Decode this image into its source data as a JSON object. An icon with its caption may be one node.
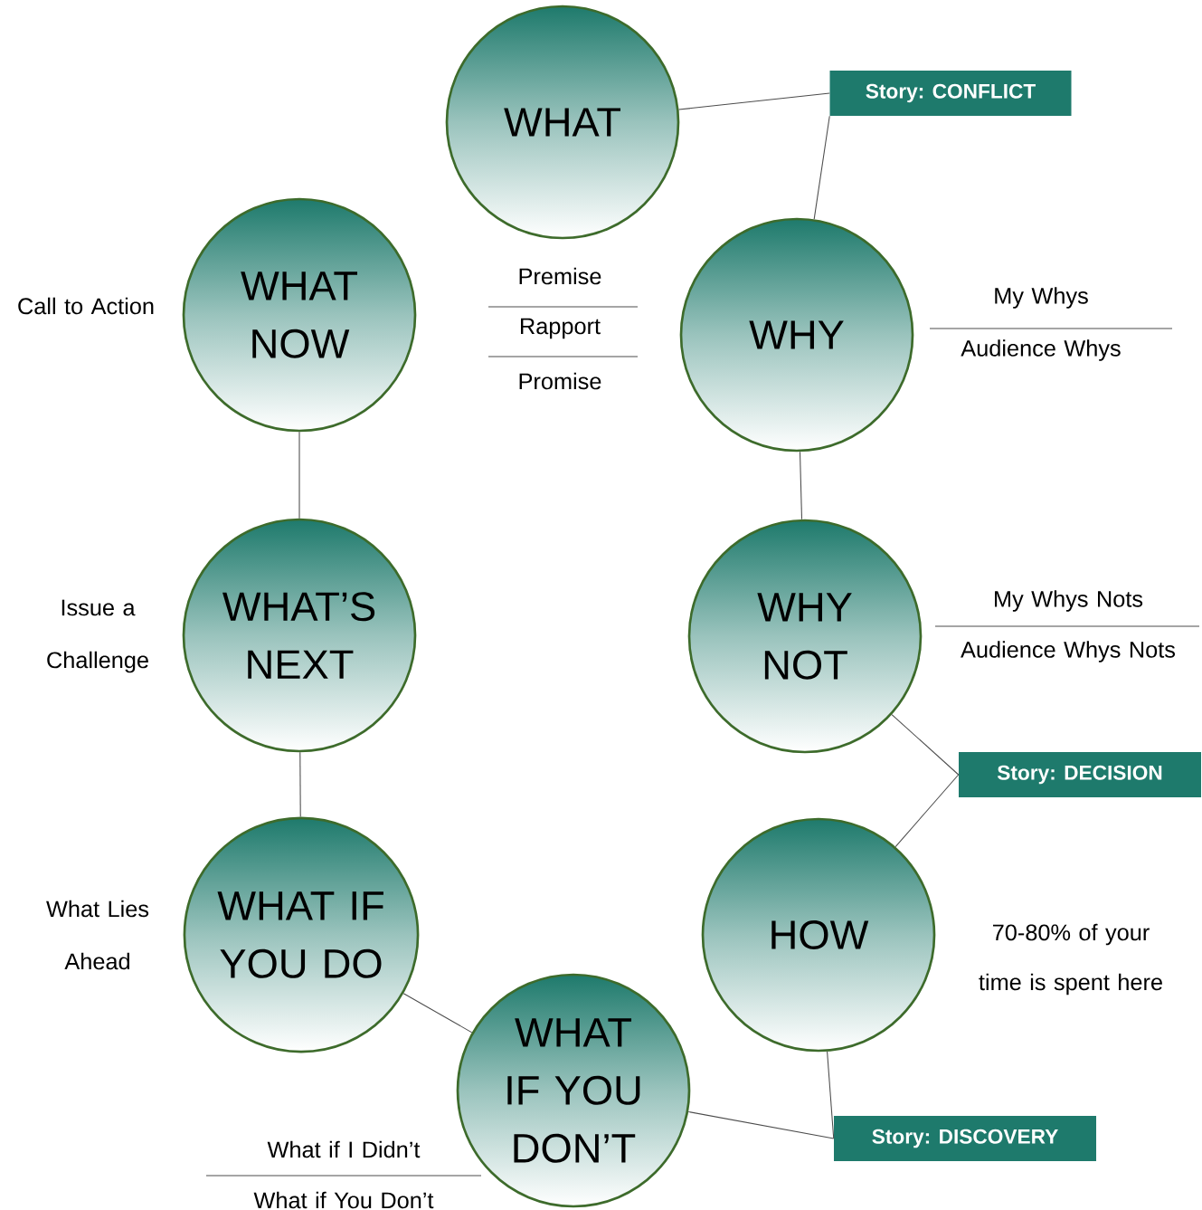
{
  "diagram": {
    "nodes": [
      {
        "text": [
          "WHAT"
        ],
        "beside": [
          "Premise",
          "Rapport",
          "Promise"
        ]
      },
      {
        "text": [
          "Story: CONFLICT"
        ]
      },
      {
        "text": [
          "WHAT NOW"
        ],
        "beside": [
          "Call to Action"
        ]
      },
      {
        "text": [
          "WHY"
        ],
        "beside": [
          "My Whys",
          "Audience Whys"
        ]
      },
      {
        "text": [
          "WHAT’S NEXT"
        ],
        "beside": [
          "Issue a Challenge"
        ]
      },
      {
        "text": [
          "WHY NOT"
        ],
        "beside": [
          "My Whys Nots",
          "Audience Whys Nots"
        ]
      },
      {
        "text": [
          "Story: DECISION"
        ]
      },
      {
        "text": [
          "WHAT IF YOU DO"
        ],
        "beside": [
          "What Lies Ahead"
        ]
      },
      {
        "text": [
          "HOW"
        ],
        "beside": [
          "70-80% of your time is spent here"
        ]
      },
      {
        "text": [
          "WHAT IF YOU DON’T"
        ],
        "beside": [
          "What if I Didn’t",
          "What if You Don’t"
        ]
      },
      {
        "text": [
          "Story: DISCOVERY"
        ]
      }
    ],
    "edges": [
      {
        "from": 0,
        "to": 1,
        "arrow": "none"
      },
      {
        "from": 1,
        "to": 3,
        "arrow": "none"
      },
      {
        "from": 2,
        "to": 4,
        "arrow": "none"
      },
      {
        "from": 3,
        "to": 5,
        "arrow": "none"
      },
      {
        "from": 5,
        "to": 6,
        "arrow": "none"
      },
      {
        "from": 6,
        "to": 8,
        "arrow": "none"
      },
      {
        "from": 4,
        "to": 7,
        "arrow": "none"
      },
      {
        "from": 7,
        "to": 9,
        "arrow": "none"
      },
      {
        "from": 9,
        "to": 10,
        "arrow": "none"
      },
      {
        "from": 10,
        "to": 8,
        "arrow": "none"
      }
    ]
  }
}
